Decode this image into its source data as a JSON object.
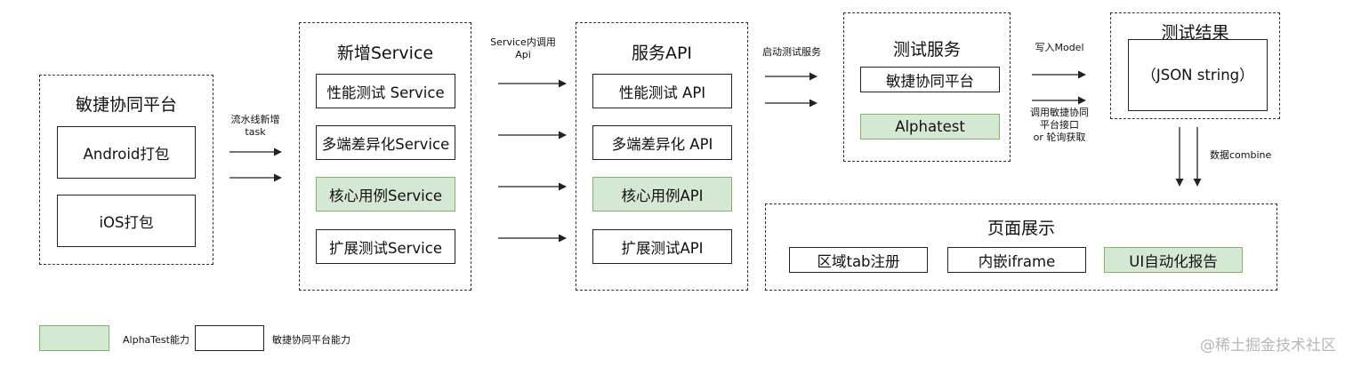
{
  "colors": {
    "alphatest_fill": "#d5e8d4",
    "alphatest_border": "#82b366",
    "line": "#222222"
  },
  "platform_group": {
    "title": "敏捷协同平台",
    "items": [
      "Android打包",
      "iOS打包"
    ]
  },
  "service_group": {
    "title": "新增Service",
    "items": [
      "性能测试 Service",
      "多端差异化Service",
      "核心用例Service",
      "扩展测试Service"
    ]
  },
  "api_group": {
    "title": "服务API",
    "items": [
      "性能测试 API",
      "多端差异化 API",
      "核心用例API",
      "扩展测试API"
    ]
  },
  "test_service_group": {
    "title": "测试服务",
    "items": [
      "敏捷协同平台",
      "Alphatest"
    ]
  },
  "result_group": {
    "title": "测试结果",
    "content": "（JSON string）"
  },
  "display_group": {
    "title": "页面展示",
    "items": [
      "区域tab注册",
      "内嵌iframe",
      "UI自动化报告"
    ]
  },
  "edge_labels": {
    "pipeline_task": "流水线新增\ntask",
    "service_call_api": "Service内调用\nApi",
    "start_test_service": "启动测试服务",
    "write_model": "写入Model",
    "call_platform": "调用敏捷协同\n平台接口\nor 轮询获取",
    "data_combine": "数据combine"
  },
  "legend": {
    "alphatest": "AlphaTest能力",
    "platform": "敏捷协同平台能力"
  },
  "watermark": "@稀土掘金技术社区"
}
